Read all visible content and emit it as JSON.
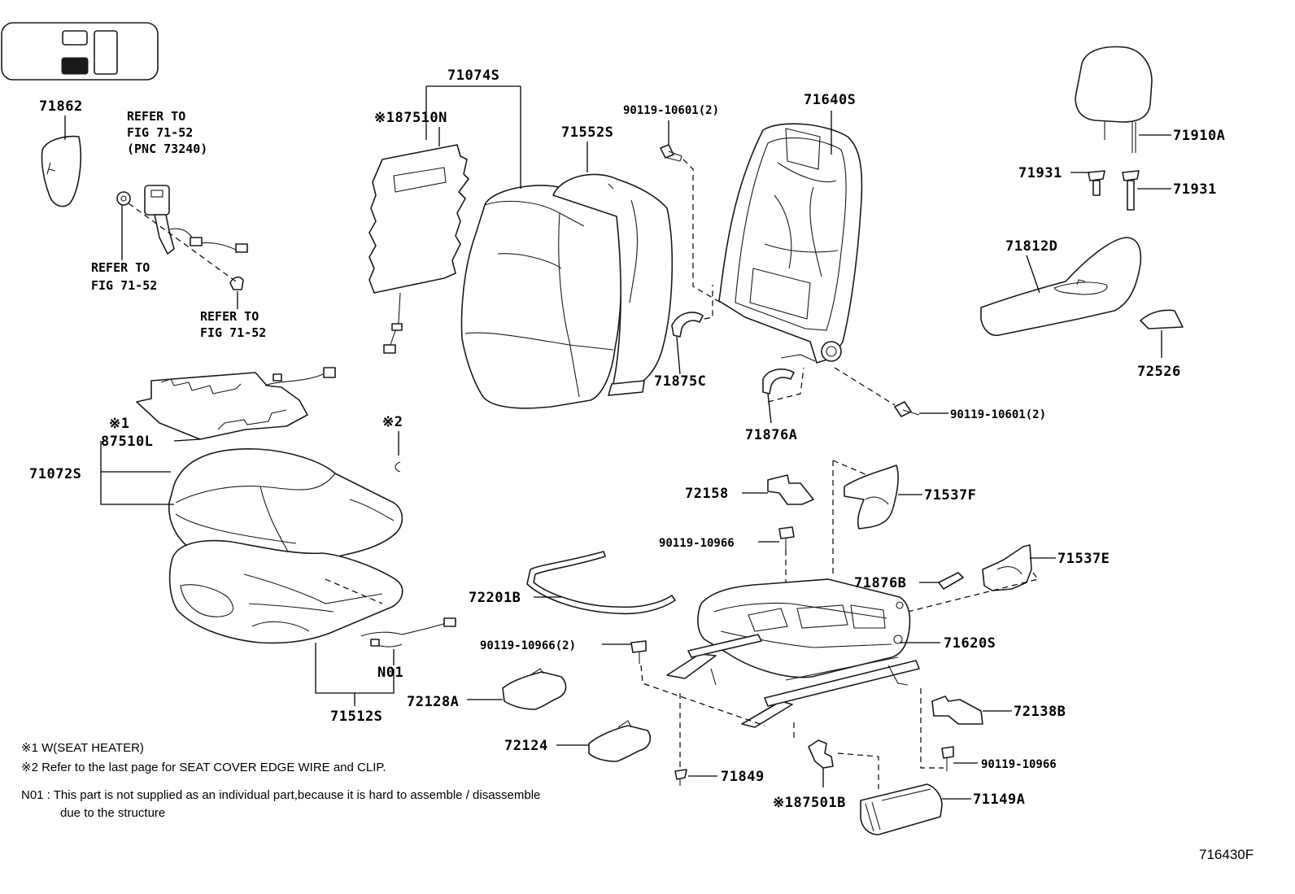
{
  "parts": {
    "p71862": "71862",
    "p71074S": "71074S",
    "p187510N": "※187510N",
    "p71552S": "71552S",
    "p90119_10601_a": "90119-10601(2)",
    "p71640S": "71640S",
    "p71910A": "71910A",
    "p71931_a": "71931",
    "p71931_b": "71931",
    "p71812D": "71812D",
    "p72526": "72526",
    "p71875C": "71875C",
    "p71876A": "71876A",
    "p90119_10601_b": "90119-10601(2)",
    "p87510L_mark": "※1",
    "p87510L": "87510L",
    "p71072S": "71072S",
    "p_mark2": "※2",
    "p72158": "72158",
    "p71537F": "71537F",
    "p90119_10966_a": "90119-10966",
    "p71537E": "71537E",
    "p71876B": "71876B",
    "p72201B": "72201B",
    "p90119_10966_2": "90119-10966(2)",
    "p71620S": "71620S",
    "pN01": "N01",
    "p72128A": "72128A",
    "p71512S": "71512S",
    "p72138B": "72138B",
    "p72124": "72124",
    "p90119_10966_b": "90119-10966",
    "p71849": "71849",
    "p187501B": "※187501B",
    "p71149A": "71149A"
  },
  "refs": {
    "belt_line1": "REFER TO",
    "belt_line2": "FIG 71-52",
    "belt_line3": "(PNC 73240)",
    "bolt_line1": "REFER TO",
    "bolt_line2": "FIG 71-52",
    "clip_line1": "REFER TO",
    "clip_line2": "FIG 71-52"
  },
  "notes": {
    "n1": "※1  W(SEAT  HEATER)",
    "n2": "※2  Refer to the last page for SEAT COVER EDGE WIRE and CLIP.",
    "n3": "N01 : This part is not supplied as an individual part,because it is hard to assemble / disassemble",
    "n4": "due to the structure"
  },
  "figure_code": "716430F"
}
